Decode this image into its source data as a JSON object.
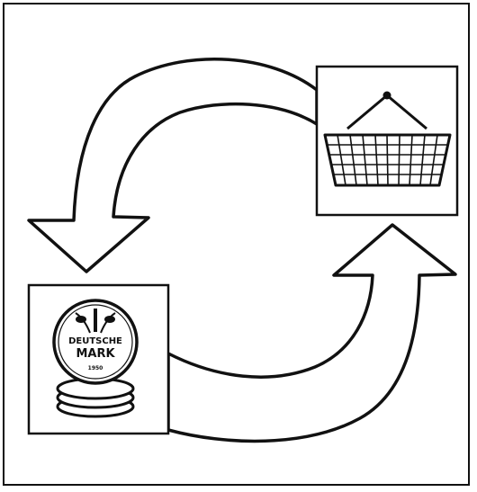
{
  "diagram": {
    "coin": {
      "text_line1": "DEUTSCHE",
      "text_line2": "MARK",
      "text_line3": "1950"
    }
  },
  "colors": {
    "stroke": "#111111",
    "background": "#ffffff"
  }
}
